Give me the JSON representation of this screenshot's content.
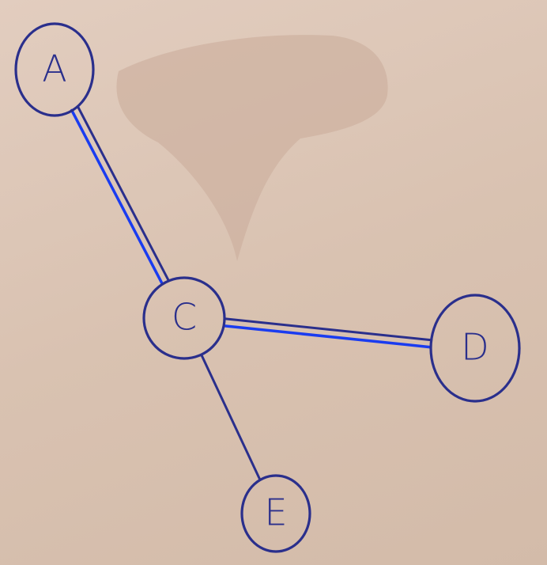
{
  "diagram": {
    "nodes": [
      {
        "id": "A",
        "label": "A"
      },
      {
        "id": "C",
        "label": "C"
      },
      {
        "id": "D",
        "label": "D"
      },
      {
        "id": "E",
        "label": "E"
      }
    ],
    "edges": [
      {
        "from": "A",
        "to": "C",
        "style": "double",
        "highlight": true
      },
      {
        "from": "C",
        "to": "D",
        "style": "double",
        "highlight": true
      },
      {
        "from": "C",
        "to": "E",
        "style": "single",
        "highlight": false
      }
    ]
  },
  "colors": {
    "ink": "#2a2f8c",
    "highlight": "#1a3cf0",
    "paper": "#ddc6b5",
    "smudge": "#cdb1a0"
  }
}
